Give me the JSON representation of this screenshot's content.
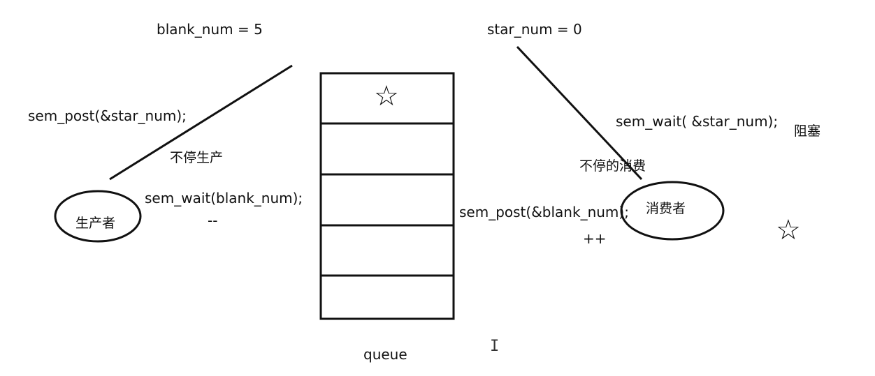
{
  "diagram": {
    "blank_num_label": "blank_num =  5",
    "star_num_label": "star_num = 0",
    "producer": {
      "name": "生产者",
      "post_call": "sem_post(&star_num);",
      "wait_call": "sem_wait(blank_num);",
      "note": "不停生产",
      "op": "--"
    },
    "consumer": {
      "name": "消费者",
      "wait_call": "sem_wait( &star_num);",
      "blocked": "阻塞",
      "note": "不停的消费",
      "post_call": "sem_post(&blank_num);",
      "op": "++"
    },
    "queue": {
      "label": "queue",
      "slot_count": 5,
      "filled_slots": 1
    },
    "star_glyph": "☆",
    "colors": {
      "ink": "#111111",
      "background": "#ffffff"
    }
  }
}
